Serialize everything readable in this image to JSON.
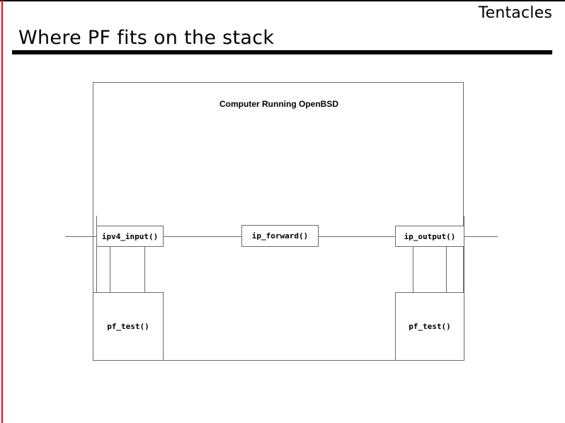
{
  "slide": {
    "deck_name": "Tentacles",
    "title": "Where PF fits on the stack",
    "accent_color": "#ff0000",
    "rule_color": "#000000",
    "line_color": "#6b6b6b",
    "background": "#ffffff"
  },
  "diagram": {
    "type": "network-stack-flow",
    "host_label": "Computer Running OpenBSD",
    "function_boxes": [
      {
        "id": "ipv4-input",
        "label": "ipv4_input()"
      },
      {
        "id": "ip-forward",
        "label": "ip_forward()"
      },
      {
        "id": "ip-output",
        "label": "ip_output()"
      }
    ],
    "filter_boxes": [
      {
        "id": "pf-test-inbound",
        "label": "pf_test()"
      },
      {
        "id": "pf-test-outbound",
        "label": "pf_test()"
      }
    ]
  }
}
